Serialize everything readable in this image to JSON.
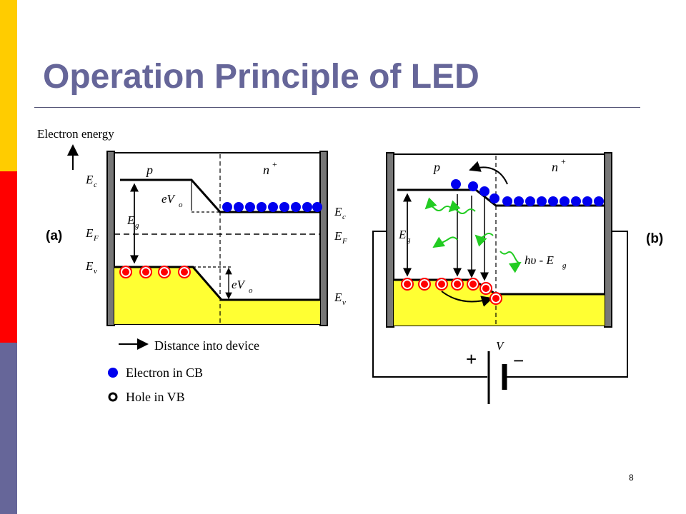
{
  "slide": {
    "title": "Operation Principle of LED",
    "page_number": "8"
  },
  "diagram": {
    "y_axis_label": "Electron energy",
    "x_axis_label": "Distance into device",
    "panel_a": {
      "label": "(a)",
      "p_label": "p",
      "n_label": "n",
      "n_sup": "+",
      "Ec_left": "E",
      "Ec_left_sub": "c",
      "Eg": "E",
      "Eg_sub": "g",
      "EF_left": "E",
      "EF_left_sub": "F",
      "Ev_left": "E",
      "Ev_left_sub": "v",
      "eVo_top": "eV",
      "eVo_top_sub": "o",
      "eVo_bottom": "eV",
      "eVo_bottom_sub": "o",
      "Ec_right": "E",
      "Ec_right_sub": "c",
      "EF_right": "E",
      "EF_right_sub": "F",
      "Ev_right": "E",
      "Ev_right_sub": "v"
    },
    "panel_b": {
      "label": "(b)",
      "p_label": "p",
      "n_label": "n",
      "n_sup": "+",
      "Eg": "E",
      "Eg_sub": "g",
      "photon_label": "hυ - E",
      "photon_sub": "g",
      "battery_plus": "+",
      "battery_minus": "−",
      "voltage": "V"
    },
    "legend": [
      {
        "label": "Electron in CB",
        "icon": "filled-blue-dot"
      },
      {
        "label": "Hole in VB",
        "icon": "hollow-circle"
      }
    ]
  },
  "colors": {
    "accent": "#666699",
    "electron": "#0000ee",
    "hole_fill": "#ff0000",
    "valence_fill": "#ffff33",
    "photon": "#22cc22",
    "wall": "#777777"
  }
}
